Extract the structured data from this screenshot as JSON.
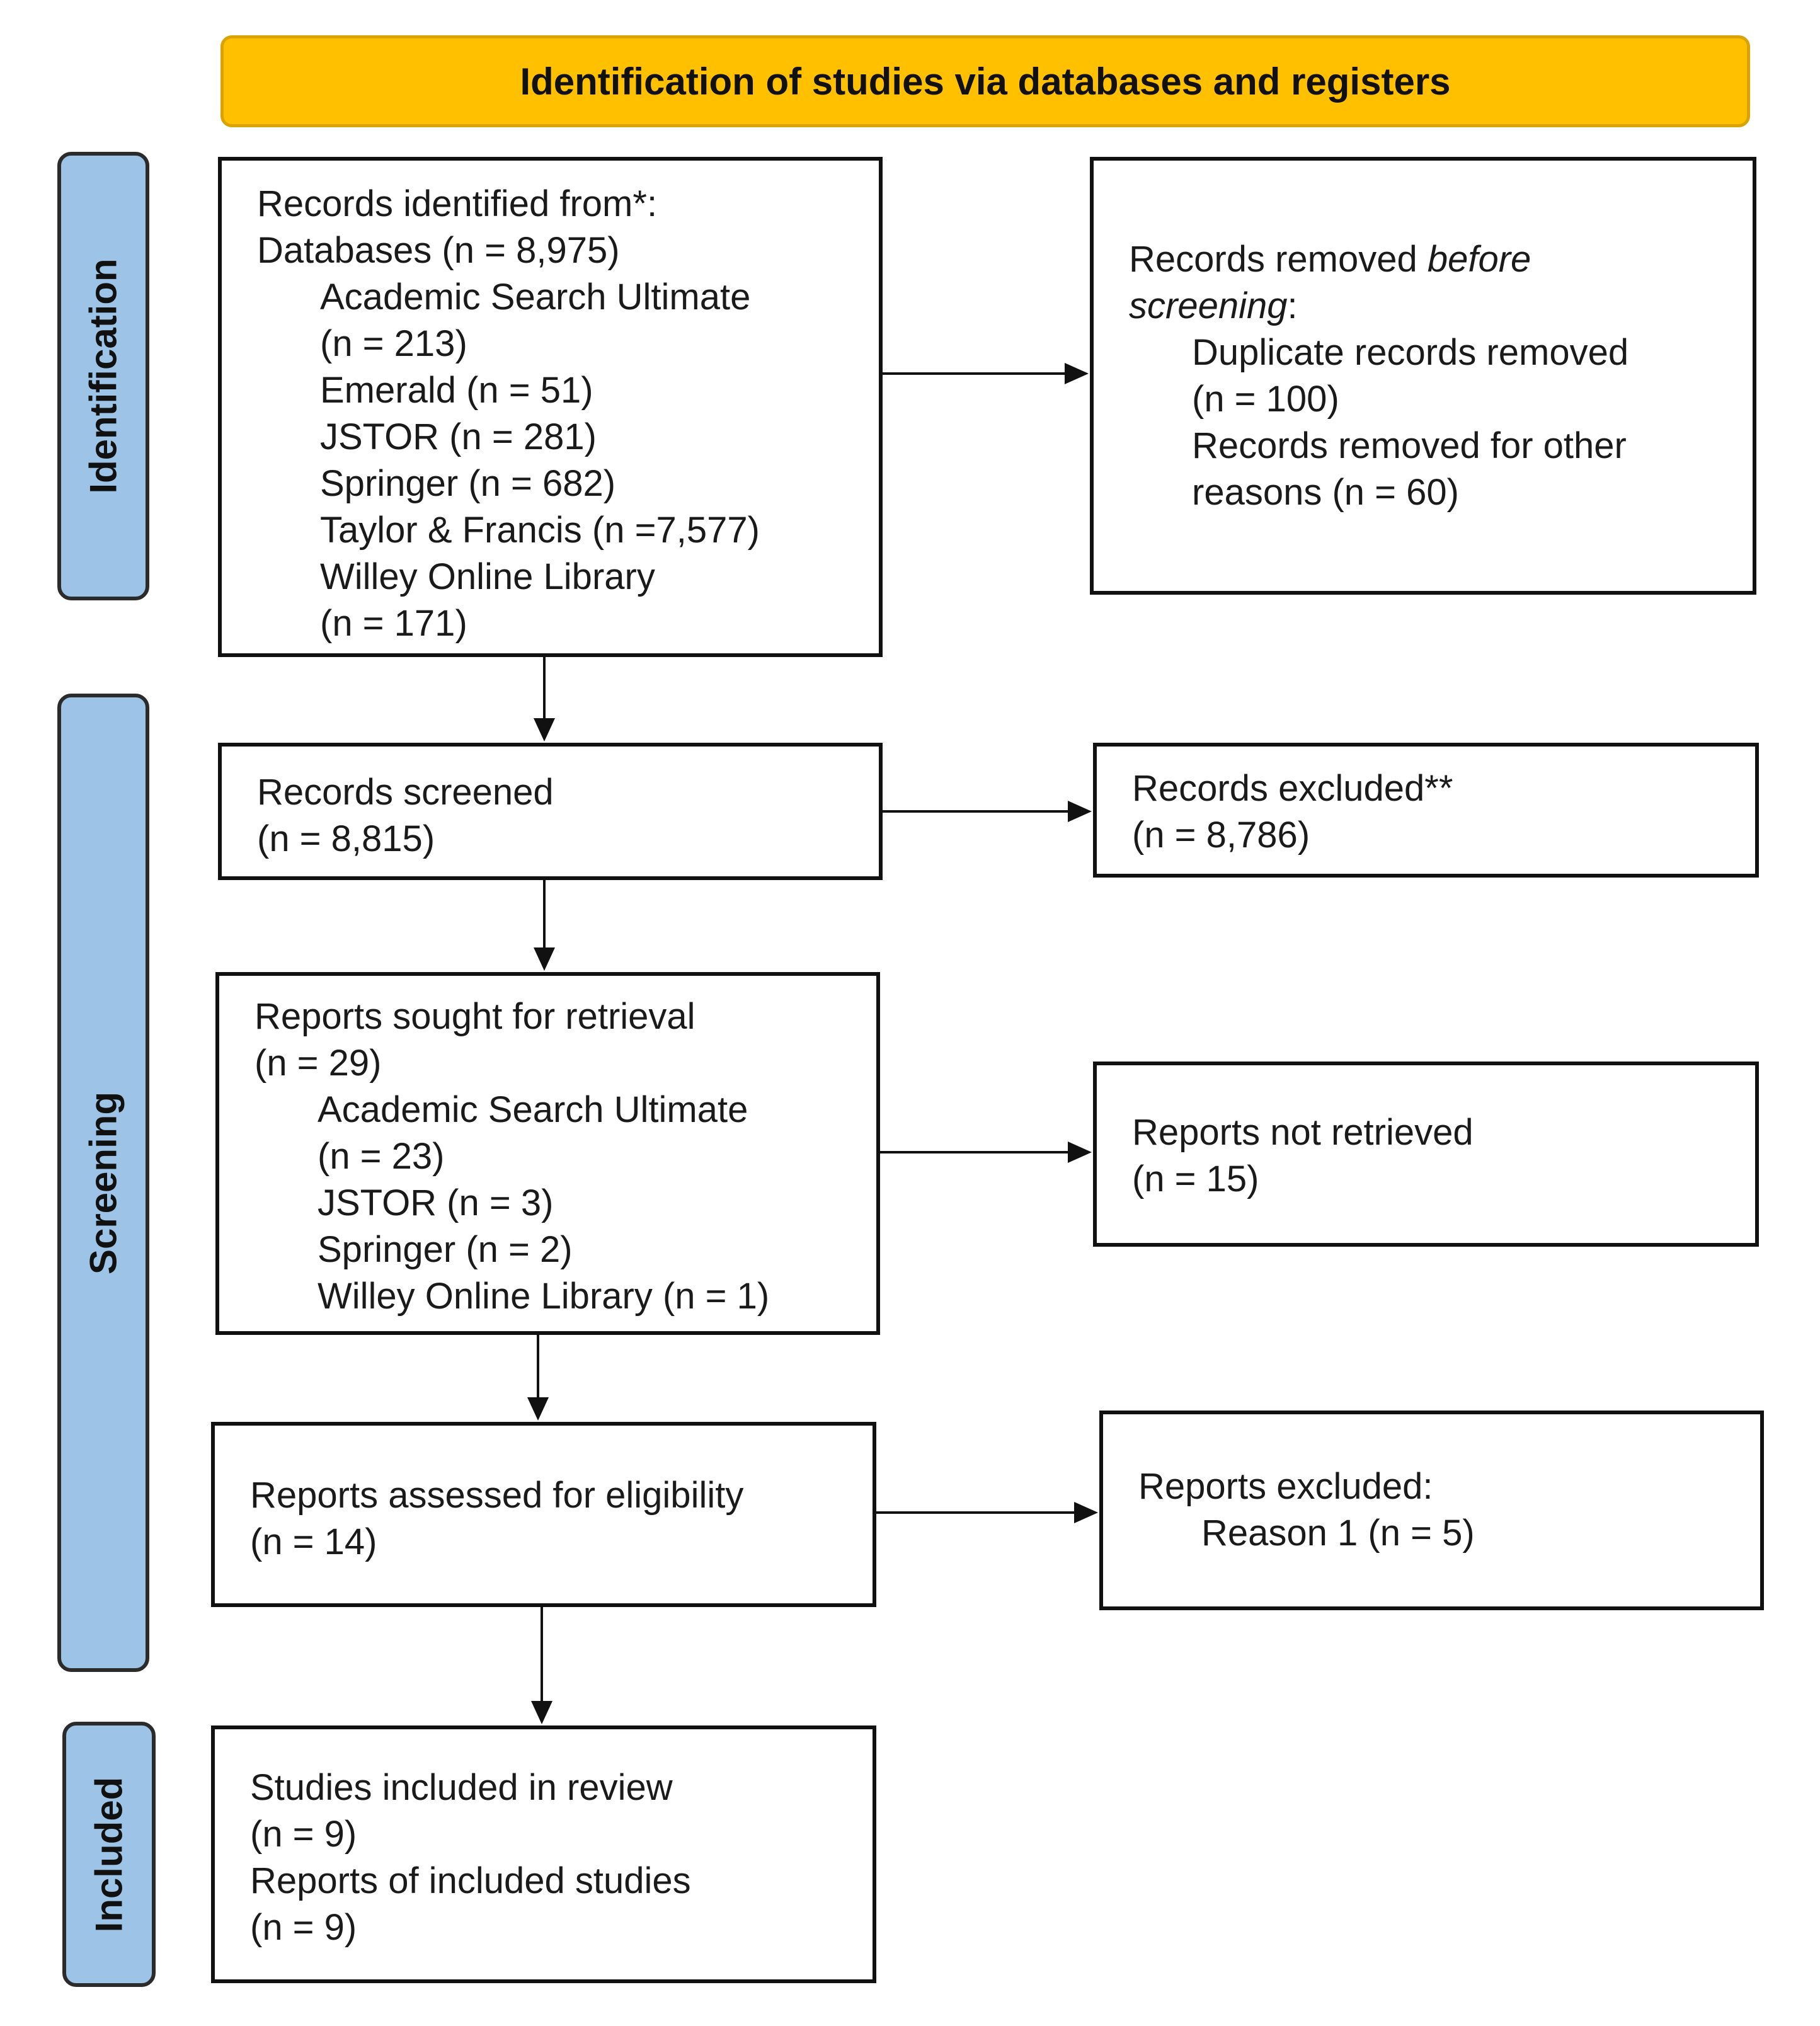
{
  "header": {
    "title": "Identification of studies via databases and registers",
    "color": "#FFC000"
  },
  "phases": {
    "identification": "Identification",
    "screening": "Screening",
    "included": "Included",
    "color": "#9DC3E6"
  },
  "boxes": {
    "records_identified": [
      {
        "text": "Records identified from*:",
        "indent": false
      },
      {
        "text": "Databases (n = 8,975)",
        "indent": false
      },
      {
        "text": "Academic Search Ultimate",
        "indent": true
      },
      {
        "text": "(n = 213)",
        "indent": true
      },
      {
        "text": "Emerald (n = 51)",
        "indent": true
      },
      {
        "text": "JSTOR (n = 281)",
        "indent": true
      },
      {
        "text": "Springer (n = 682)",
        "indent": true
      },
      {
        "text": "Taylor & Francis (n =7,577)",
        "indent": true
      },
      {
        "text": "Willey Online Library",
        "indent": true
      },
      {
        "text": "(n = 171)",
        "indent": true
      }
    ],
    "records_removed": {
      "line1_prefix": "Records removed ",
      "line1_italic": "before",
      "line2_italic": "screening",
      "line2_suffix": ":",
      "lines": [
        {
          "text": "Duplicate records removed",
          "indent": true
        },
        {
          "text": "(n = 100)",
          "indent": true
        },
        {
          "text": "Records removed for other",
          "indent": true
        },
        {
          "text": "reasons (n = 60)",
          "indent": true
        }
      ]
    },
    "records_screened": [
      {
        "text": "Records screened",
        "indent": false
      },
      {
        "text": "(n = 8,815)",
        "indent": false
      }
    ],
    "records_excluded": [
      {
        "text": "Records excluded**",
        "indent": false
      },
      {
        "text": "(n = 8,786)",
        "indent": false
      }
    ],
    "reports_sought": [
      {
        "text": "Reports sought for retrieval",
        "indent": false
      },
      {
        "text": "(n = 29)",
        "indent": false
      },
      {
        "text": "Academic Search Ultimate",
        "indent": true
      },
      {
        "text": "(n = 23)",
        "indent": true
      },
      {
        "text": "JSTOR (n = 3)",
        "indent": true
      },
      {
        "text": "Springer (n = 2)",
        "indent": true
      },
      {
        "text": "Willey Online Library (n = 1)",
        "indent": true
      }
    ],
    "reports_not_retrieved": [
      {
        "text": "Reports not retrieved",
        "indent": false
      },
      {
        "text": "(n = 15)",
        "indent": false
      }
    ],
    "reports_assessed": [
      {
        "text": "Reports assessed for eligibility",
        "indent": false
      },
      {
        "text": "(n = 14)",
        "indent": false
      }
    ],
    "reports_excluded": [
      {
        "text": "Reports excluded:",
        "indent": false
      },
      {
        "text": "Reason 1 (n = 5)",
        "indent": true
      }
    ],
    "studies_included": [
      {
        "text": "Studies included in review",
        "indent": false
      },
      {
        "text": "(n = 9)",
        "indent": false
      },
      {
        "text": "Reports of included studies",
        "indent": false
      },
      {
        "text": "(n = 9)",
        "indent": false
      }
    ]
  }
}
